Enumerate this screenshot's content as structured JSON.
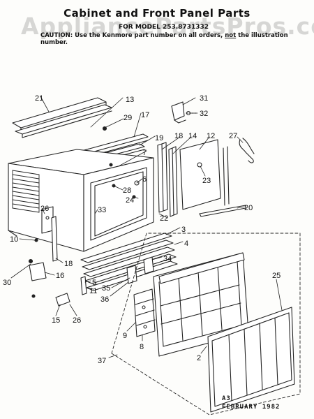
{
  "watermark": "AppliancePartsPros.com",
  "title": "Cabinet and Front Panel Parts",
  "model_line": "FOR MODEL 253.8731332",
  "caution": {
    "prefix": "CAUTION: Use the Kenmore part number on all orders,",
    "emph": "not",
    "suffix": "the illustration number."
  },
  "callouts": {
    "c21": "21",
    "c13": "13",
    "c29": "29",
    "c17": "17",
    "c31": "31",
    "c32": "32",
    "c19": "19",
    "c18a": "18",
    "c14": "14",
    "c12": "12",
    "c27": "27",
    "c7": "7",
    "c6": "6",
    "c28": "28",
    "c24": "24",
    "c23": "23",
    "c26a": "26",
    "c33": "33",
    "c22": "22",
    "c20": "20",
    "c10": "10",
    "c3": "3",
    "c4": "4",
    "c18b": "18",
    "c34": "34",
    "c5": "5",
    "c25": "25",
    "c30": "30",
    "c16": "16",
    "c35": "35",
    "c11": "11",
    "c36": "36",
    "c15": "15",
    "c26b": "26",
    "c9": "9",
    "c8": "8",
    "c2": "2",
    "c37": "37"
  },
  "footer": {
    "code": "A3",
    "date": "FEBRUARY 1982"
  }
}
